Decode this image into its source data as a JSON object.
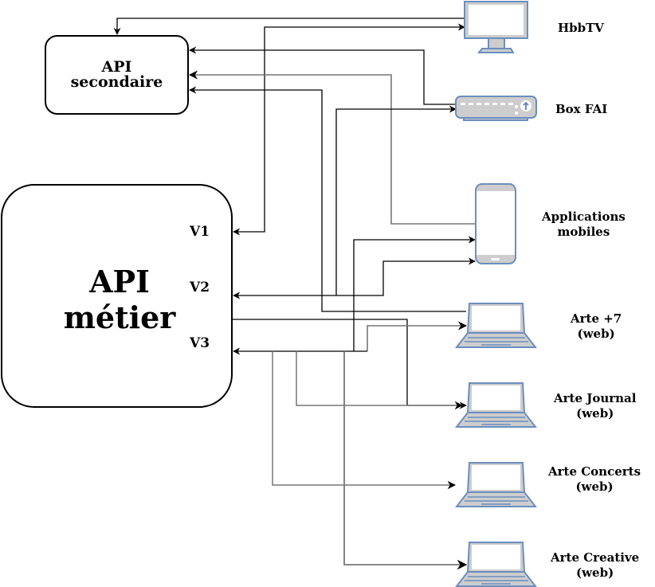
{
  "diagram": {
    "nodes": {
      "api_secondaire": {
        "lines": [
          "API",
          "secondaire"
        ]
      },
      "api_metier": {
        "lines": [
          "API",
          "métier"
        ],
        "ports": [
          "V1",
          "V2",
          "V3"
        ]
      }
    },
    "clients": [
      {
        "id": "hbbtv",
        "icon": "monitor-icon",
        "lines": [
          "HbbTV"
        ]
      },
      {
        "id": "box_fai",
        "icon": "set-top-box-icon",
        "lines": [
          "Box FAI"
        ]
      },
      {
        "id": "mobile",
        "icon": "smartphone-icon",
        "lines": [
          "Applications",
          "mobiles"
        ]
      },
      {
        "id": "arte7",
        "icon": "laptop-icon",
        "lines": [
          "Arte +7",
          "(web)"
        ]
      },
      {
        "id": "journal",
        "icon": "laptop-icon",
        "lines": [
          "Arte Journal",
          "(web)"
        ]
      },
      {
        "id": "concerts",
        "icon": "laptop-icon",
        "lines": [
          "Arte Concerts",
          "(web)"
        ]
      },
      {
        "id": "creative",
        "icon": "laptop-icon",
        "lines": [
          "Arte Creative",
          "(web)"
        ]
      }
    ],
    "edges": [
      {
        "from": "hbbtv",
        "to": "api_secondaire"
      },
      {
        "from": "api_metier:V1",
        "to": "hbbtv"
      },
      {
        "from": "box_fai",
        "to": "api_secondaire"
      },
      {
        "from": "mobile",
        "to": "api_secondaire"
      },
      {
        "from": "arte7",
        "to": "api_secondaire"
      },
      {
        "from": "api_metier:V2",
        "to": "box_fai"
      },
      {
        "from": "api_metier:V3",
        "to": "mobile"
      },
      {
        "from": "api_metier:V2",
        "to": "mobile"
      },
      {
        "from": "api_metier",
        "to": "journal"
      },
      {
        "from": "api_metier:V3",
        "to": "arte7"
      },
      {
        "from": "api_metier:V3",
        "to": "journal"
      },
      {
        "from": "api_metier:V3",
        "to": "concerts"
      },
      {
        "from": "api_metier:V3",
        "to": "creative"
      }
    ],
    "colors": {
      "icon_stroke": "#6c8ebf",
      "icon_fill": "#cdcdcd",
      "screen_fill": "#ffffff",
      "edge": "#000000",
      "edge_gray": "#777777"
    }
  }
}
